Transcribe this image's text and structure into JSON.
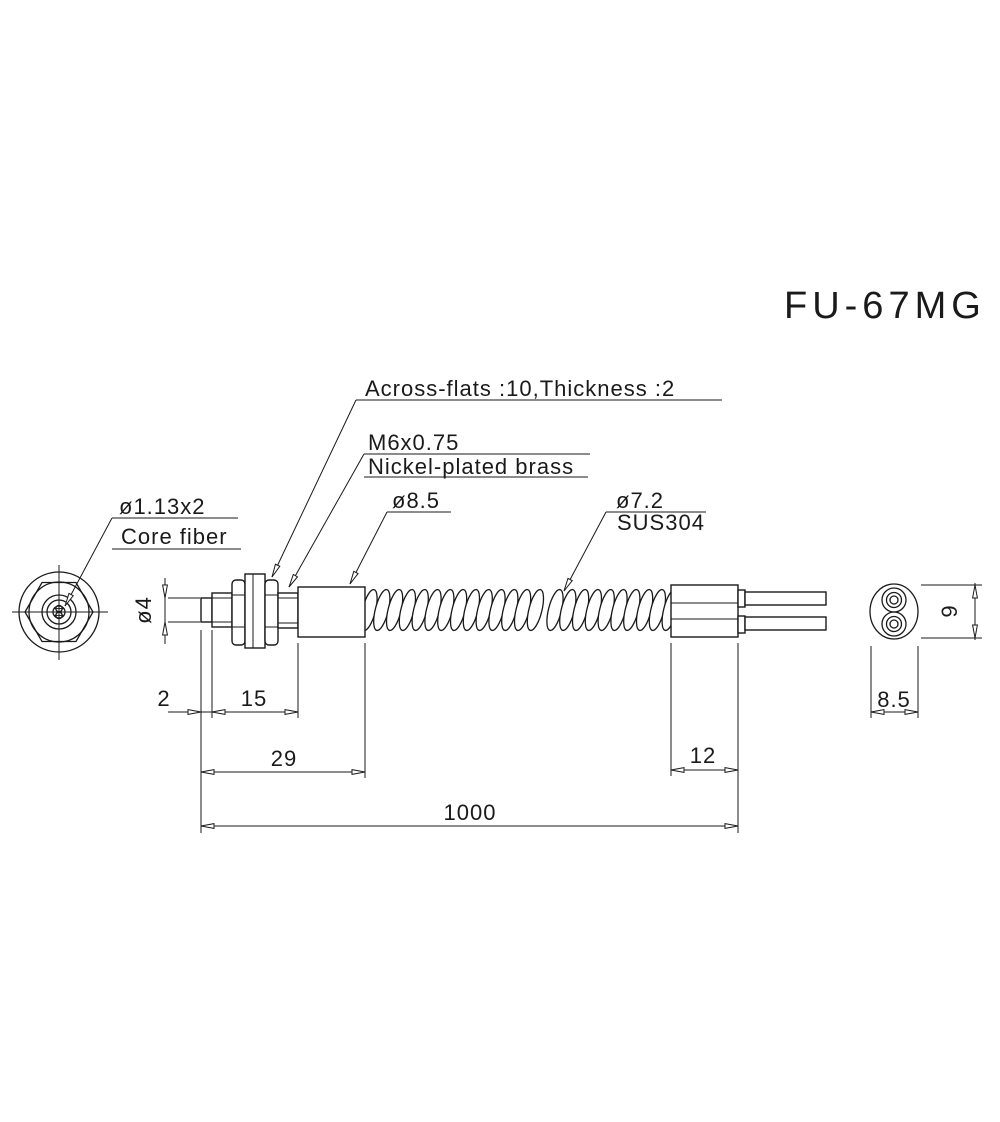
{
  "title": "FU-67MG",
  "callouts": {
    "across_flats": "Across-flats :10,Thickness :2",
    "thread_spec": "M6x0.75",
    "fitting_material": "Nickel-plated brass",
    "sleeve_diameter": "ø8.5",
    "tube_diameter": "ø7.2",
    "tube_material": "SUS304",
    "core_spec": "ø1.13x2",
    "core_name": "Core fiber"
  },
  "dimensions": {
    "tip_length": "2",
    "thread_length": "15",
    "head_length": "29",
    "end_sleeve_length": "12",
    "overall_length": "1000",
    "tip_diameter": "ø4",
    "end_height": "9",
    "end_width": "8.5"
  },
  "drawing": {
    "line_color": "#1a1a1a",
    "background": "#ffffff"
  }
}
